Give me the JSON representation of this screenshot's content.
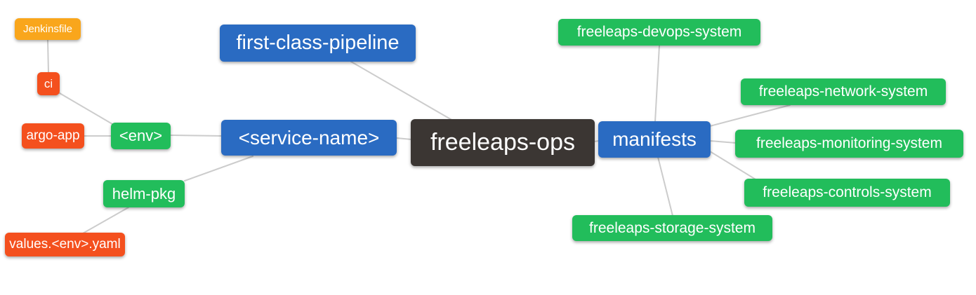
{
  "palette": {
    "blue": "#2a6bc2",
    "green": "#22bd5b",
    "amber": "#f9a61c",
    "red": "#f4501e",
    "dark": "#3b3633",
    "edge": "#cccccc",
    "text": "#ffffff",
    "background": "#ffffff"
  },
  "diagram": {
    "type": "mindmap",
    "root": "freeleaps-ops",
    "nodes": {
      "freeleaps_ops": {
        "label": "freeleaps-ops",
        "color": "dark"
      },
      "first_class_pipeline": {
        "label": "first-class-pipeline",
        "color": "blue"
      },
      "service_name": {
        "label": "<service-name>",
        "color": "blue"
      },
      "manifests": {
        "label": "manifests",
        "color": "blue"
      },
      "env": {
        "label": "<env>",
        "color": "green"
      },
      "helm_pkg": {
        "label": "helm-pkg",
        "color": "green"
      },
      "ci": {
        "label": "ci",
        "color": "red"
      },
      "argo_app": {
        "label": "argo-app",
        "color": "red"
      },
      "jenkinsfile": {
        "label": "Jenkinsfile",
        "color": "amber"
      },
      "values_env_yaml": {
        "label": "values.<env>.yaml",
        "color": "red"
      },
      "devops_system": {
        "label": "freeleaps-devops-system",
        "color": "green"
      },
      "network_system": {
        "label": "freeleaps-network-system",
        "color": "green"
      },
      "monitoring_system": {
        "label": "freeleaps-monitoring-system",
        "color": "green"
      },
      "controls_system": {
        "label": "freeleaps-controls-system",
        "color": "green"
      },
      "storage_system": {
        "label": "freeleaps-storage-system",
        "color": "green"
      }
    },
    "edges": [
      {
        "from": "jenkinsfile",
        "to": "ci"
      },
      {
        "from": "ci",
        "to": "env"
      },
      {
        "from": "argo_app",
        "to": "env"
      },
      {
        "from": "env",
        "to": "service_name"
      },
      {
        "from": "helm_pkg",
        "to": "service_name"
      },
      {
        "from": "values_env_yaml",
        "to": "helm_pkg"
      },
      {
        "from": "first_class_pipeline",
        "to": "freeleaps_ops"
      },
      {
        "from": "service_name",
        "to": "freeleaps_ops"
      },
      {
        "from": "freeleaps_ops",
        "to": "manifests"
      },
      {
        "from": "manifests",
        "to": "devops_system"
      },
      {
        "from": "manifests",
        "to": "network_system"
      },
      {
        "from": "manifests",
        "to": "monitoring_system"
      },
      {
        "from": "manifests",
        "to": "controls_system"
      },
      {
        "from": "manifests",
        "to": "storage_system"
      }
    ]
  }
}
